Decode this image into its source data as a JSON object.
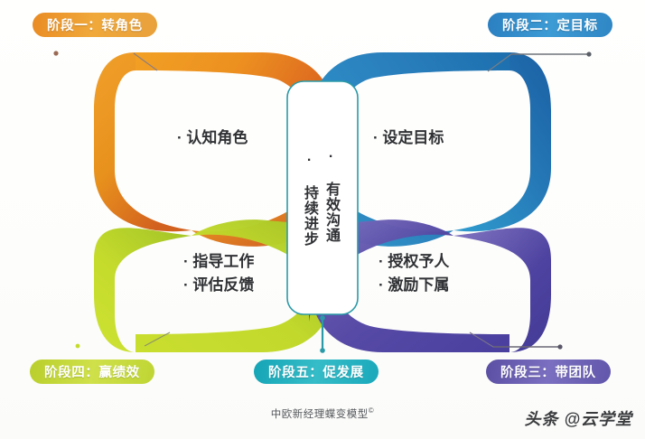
{
  "diagram": {
    "title_caption": "中欧新经理蝶变模型",
    "title_caption_mark": "©",
    "watermark": "头条 @云学堂"
  },
  "stages": [
    {
      "id": "stage-1",
      "label": "阶段一：转角色",
      "color": "#e98b23",
      "position": "top-left"
    },
    {
      "id": "stage-2",
      "label": "阶段二：定目标",
      "color": "#2a7fc0",
      "position": "top-right"
    },
    {
      "id": "stage-3",
      "label": "阶段三：带团队",
      "color": "#5a4fa3",
      "position": "bottom-right"
    },
    {
      "id": "stage-4",
      "label": "阶段四：赢绩效",
      "color": "#bfd534",
      "position": "bottom-left"
    },
    {
      "id": "stage-5",
      "label": "阶段五：促发展",
      "color": "#15a5b6",
      "position": "bottom-center"
    }
  ],
  "wings": {
    "top_left": {
      "items": [
        "· 认知角色"
      ],
      "color": "#e8911d"
    },
    "top_right": {
      "items": [
        "· 设定目标"
      ],
      "color": "#2a7fc0"
    },
    "bottom_left": {
      "items": [
        "· 指导工作",
        "· 评估反馈"
      ],
      "color": "#c5db2c"
    },
    "bottom_right": {
      "items": [
        "· 授权予人",
        "· 激励下属"
      ],
      "color": "#4a3f9e"
    }
  },
  "body": {
    "right_column": "· 有效沟通",
    "left_column": "· 持续进步",
    "border_color": "#2a9aa8"
  }
}
